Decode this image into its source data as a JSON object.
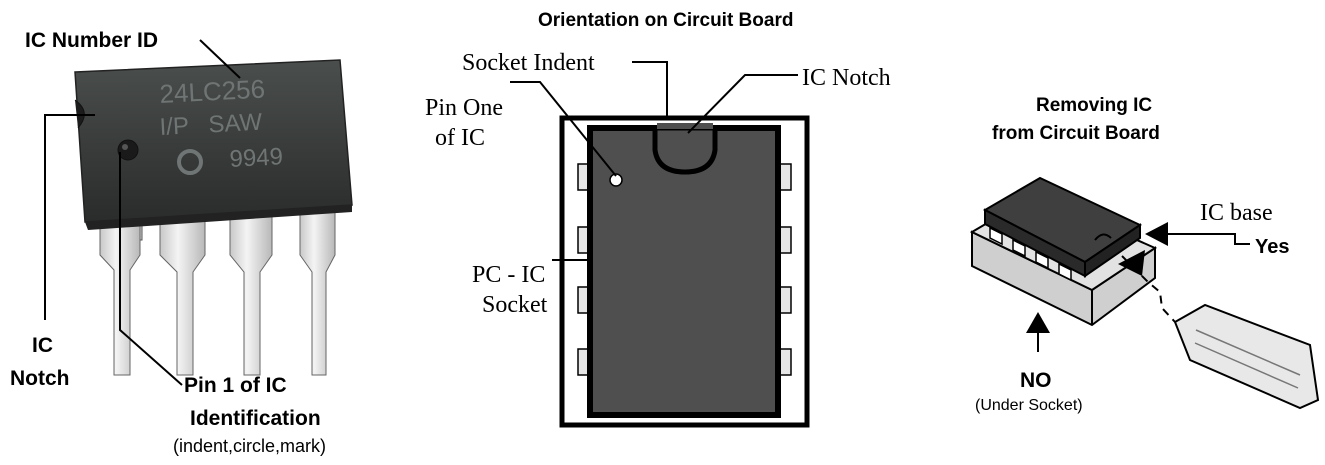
{
  "left_panel": {
    "ic_number_id": "IC Number ID",
    "chip_line1": "24LC256",
    "chip_line2": "I/P   SAW",
    "chip_line3": "9949",
    "ic_notch_line1": "IC",
    "ic_notch_line2": "Notch",
    "pin1_line1": "Pin 1 of IC",
    "pin1_line2": "Identification",
    "pin1_line3": "(indent,circle,mark)"
  },
  "center_panel": {
    "title": "Orientation on Circuit Board",
    "socket_indent": "Socket Indent",
    "ic_notch": "IC Notch",
    "pin_one_line1": "Pin One",
    "pin_one_line2": "of IC",
    "pc_socket_line1": "PC - IC",
    "pc_socket_line2": "Socket"
  },
  "right_panel": {
    "title_line1": "Removing IC",
    "title_line2": "from Circuit Board",
    "ic_base": "IC base",
    "yes": "Yes",
    "no": "NO",
    "under_socket": "(Under Socket)"
  }
}
